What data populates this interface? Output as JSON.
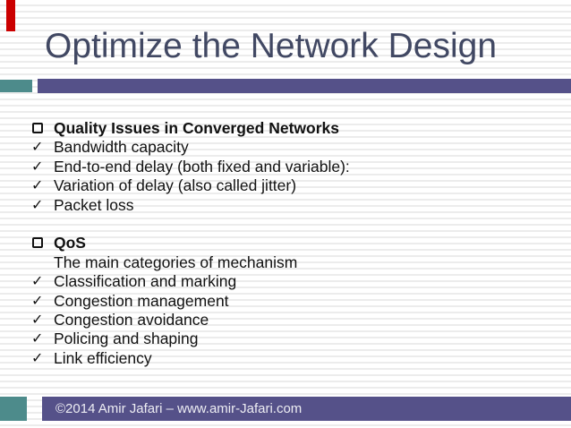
{
  "slide": {
    "title": "Optimize the Network Design",
    "colors": {
      "accent_red": "#cb0000",
      "teal": "#4d8b8b",
      "purple": "#555189",
      "title_text": "#414863"
    },
    "body": {
      "blocks": [
        {
          "bullet": "square",
          "style": "header",
          "text": "Quality Issues in Converged Networks"
        },
        {
          "bullet": "check",
          "style": "item",
          "text": "Bandwidth capacity"
        },
        {
          "bullet": "check",
          "style": "item",
          "text": "End-to-end delay (both fixed and variable):"
        },
        {
          "bullet": "check",
          "style": "item",
          "text": "Variation of delay (also called jitter)"
        },
        {
          "bullet": "check",
          "style": "item",
          "text": "Packet loss"
        },
        {
          "bullet": "none",
          "style": "spacer",
          "text": ""
        },
        {
          "bullet": "square",
          "style": "header",
          "text": "QoS"
        },
        {
          "bullet": "none",
          "style": "item",
          "text": "The main categories of mechanism"
        },
        {
          "bullet": "check",
          "style": "item",
          "text": "Classification and marking"
        },
        {
          "bullet": "check",
          "style": "item",
          "text": "Congestion management"
        },
        {
          "bullet": "check",
          "style": "item",
          "text": "Congestion avoidance"
        },
        {
          "bullet": "check",
          "style": "item",
          "text": "Policing and shaping"
        },
        {
          "bullet": "check",
          "style": "item",
          "text": "Link efficiency"
        }
      ]
    },
    "footer": {
      "copyright": "©2014 Amir Jafari – www.amir-Jafari.com"
    },
    "icons": {
      "square_bullet": "hollow-square",
      "check_bullet": "✓"
    }
  }
}
